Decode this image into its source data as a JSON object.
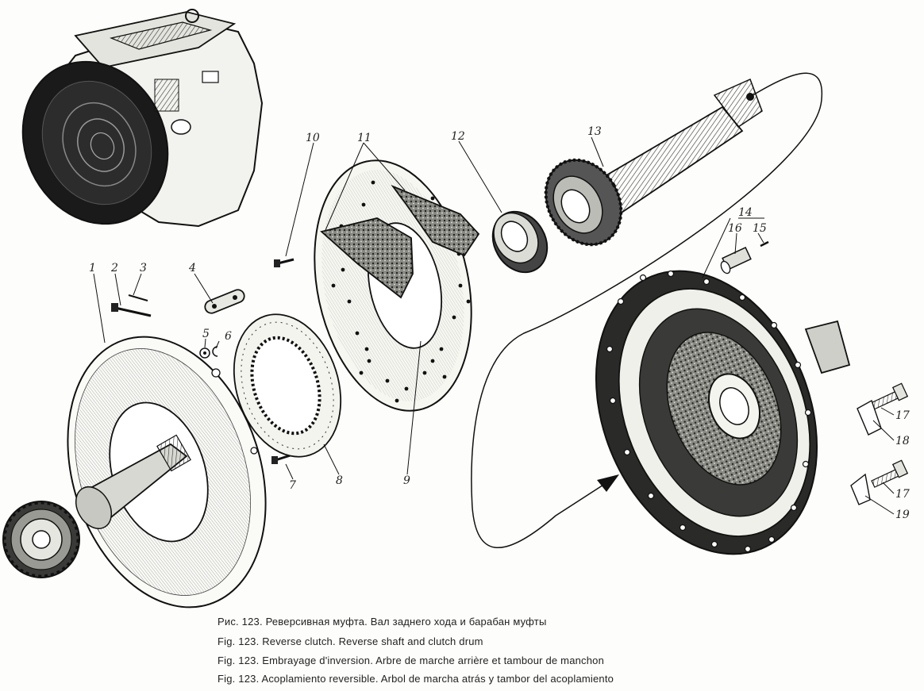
{
  "captions": {
    "ru": "Рис. 123. Реверсивная муфта. Вал заднего хода и барабан муфты",
    "en": "Fig. 123. Reverse clutch. Reverse shaft and clutch drum",
    "fr": "Fig. 123. Embrayage d'inversion. Arbre de marche arrière et tambour de manchon",
    "es": "Fig. 123. Acoplamiento reversible. Arbol de marcha atrás y tambor del acoplamiento"
  },
  "part_labels": {
    "p1": "1",
    "p2": "2",
    "p3": "3",
    "p4": "4",
    "p5": "5",
    "p6": "6",
    "p7": "7",
    "p8": "8",
    "p9": "9",
    "p10": "10",
    "p11": "11",
    "p12": "12",
    "p13": "13",
    "p14": "14",
    "p15": "15",
    "p16": "16",
    "p17a": "17",
    "p17b": "17",
    "p18": "18",
    "p19": "19"
  }
}
